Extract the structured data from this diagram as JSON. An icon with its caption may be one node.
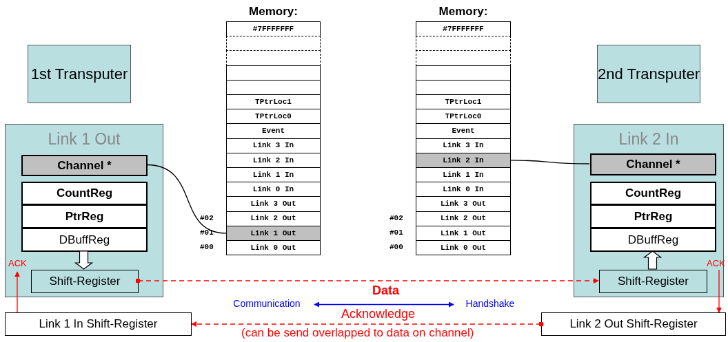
{
  "diagram": {
    "nodes": [
      {
        "text": [
          "1st Transputer"
        ]
      },
      {
        "text": [
          "2nd Transputer"
        ]
      },
      {
        "text": [
          "Link 1 Out"
        ]
      },
      {
        "text": [
          "Channel *"
        ],
        "in": 2
      },
      {
        "text": [
          "CountReg"
        ],
        "in": 2
      },
      {
        "text": [
          "PtrReg"
        ],
        "in": 2
      },
      {
        "text": [
          "DBuffReg"
        ],
        "in": 2
      },
      {
        "text": [
          "Shift-Register"
        ],
        "in": 2
      },
      {
        "text": [
          "Link 1 In Shift-Register"
        ]
      },
      {
        "text": [
          "Memory:"
        ]
      },
      {
        "text": [
          "#7FFFFFFF"
        ],
        "in": 9
      },
      {
        "text": [],
        "shape": "box",
        "in": 9
      },
      {
        "text": [],
        "shape": "box",
        "in": 9
      },
      {
        "text": [],
        "shape": "box",
        "in": 9
      },
      {
        "text": [],
        "shape": "box",
        "in": 9
      },
      {
        "text": [
          "TPtrLoc1"
        ],
        "in": 9
      },
      {
        "text": [
          "TPtrLoc0"
        ],
        "in": 9
      },
      {
        "text": [
          "Event"
        ],
        "in": 9
      },
      {
        "text": [
          "Link 3 In"
        ],
        "in": 9
      },
      {
        "text": [
          "Link 2 In"
        ],
        "in": 9
      },
      {
        "text": [
          "Link 1 In"
        ],
        "in": 9
      },
      {
        "text": [
          "Link 0 In"
        ],
        "in": 9
      },
      {
        "text": [
          "Link 3 Out"
        ],
        "in": 9
      },
      {
        "text": [
          "Link 2 Out"
        ],
        "in": 9,
        "beside": [
          "#02"
        ]
      },
      {
        "text": [
          "Link 1 Out"
        ],
        "in": 9,
        "beside": [
          "#01"
        ]
      },
      {
        "text": [
          "Link 0 Out"
        ],
        "in": 9,
        "beside": [
          "#00"
        ]
      },
      {
        "text": [
          "Memory:"
        ]
      },
      {
        "text": [
          "#7FFFFFFF"
        ],
        "in": 26
      },
      {
        "text": [],
        "shape": "box",
        "in": 26
      },
      {
        "text": [],
        "shape": "box",
        "in": 26
      },
      {
        "text": [],
        "shape": "box",
        "in": 26
      },
      {
        "text": [],
        "shape": "box",
        "in": 26
      },
      {
        "text": [
          "TPtrLoc1"
        ],
        "in": 26
      },
      {
        "text": [
          "TPtrLoc0"
        ],
        "in": 26
      },
      {
        "text": [
          "Event"
        ],
        "in": 26
      },
      {
        "text": [
          "Link 3 In"
        ],
        "in": 26
      },
      {
        "text": [
          "Link 2 In"
        ],
        "in": 26
      },
      {
        "text": [
          "Link 1 In"
        ],
        "in": 26
      },
      {
        "text": [
          "Link 0 In"
        ],
        "in": 26
      },
      {
        "text": [
          "Link 3 Out"
        ],
        "in": 26
      },
      {
        "text": [
          "Link 2 Out"
        ],
        "in": 26,
        "beside": [
          "#02"
        ]
      },
      {
        "text": [
          "Link 1 Out"
        ],
        "in": 26,
        "beside": [
          "#01"
        ]
      },
      {
        "text": [
          "Link 0 Out"
        ],
        "in": 26,
        "beside": [
          "#00"
        ]
      },
      {
        "text": [
          "Link 2 In"
        ]
      },
      {
        "text": [
          "Channel *"
        ],
        "in": 43
      },
      {
        "text": [
          "CountReg"
        ],
        "in": 43
      },
      {
        "text": [
          "PtrReg"
        ],
        "in": 43
      },
      {
        "text": [
          "DBuffReg"
        ],
        "in": 43
      },
      {
        "text": [
          "Shift-Register"
        ],
        "in": 43
      },
      {
        "text": [
          "Link 2 Out Shift-Register"
        ]
      },
      {
        "text": [
          "Communication"
        ]
      },
      {
        "text": [
          "Handshake"
        ]
      }
    ],
    "edges": [
      {
        "from": 3,
        "to": 24,
        "arrow": "none",
        "color": "#000000"
      },
      {
        "from": 44,
        "to": 36,
        "arrow": "none",
        "color": "#000000"
      },
      {
        "from": 6,
        "to": 7,
        "arrow": "to",
        "style": "thick",
        "color": "#000000"
      },
      {
        "from": 48,
        "to": 47,
        "arrow": "to",
        "style": "thick",
        "color": "#000000"
      },
      {
        "from": 7,
        "to": 48,
        "arrow": "to",
        "style": "dashed",
        "color": "#ff0000",
        "label": "Data"
      },
      {
        "from": 49,
        "to": 8,
        "arrow": "to",
        "style": "dashed",
        "color": "#ff0000",
        "label": "Acknowledge"
      },
      {
        "from": 8,
        "to": 2,
        "arrow": "to",
        "color": "#ff0000",
        "label": "ACK"
      },
      {
        "from": 43,
        "to": 49,
        "arrow": "to",
        "color": "#ff0000",
        "label": "ACK"
      },
      {
        "from": 50,
        "to": 51,
        "arrow": "both",
        "color": "#0000ff"
      }
    ],
    "labels": [
      "(can be send overlapped to data on channel)"
    ]
  }
}
